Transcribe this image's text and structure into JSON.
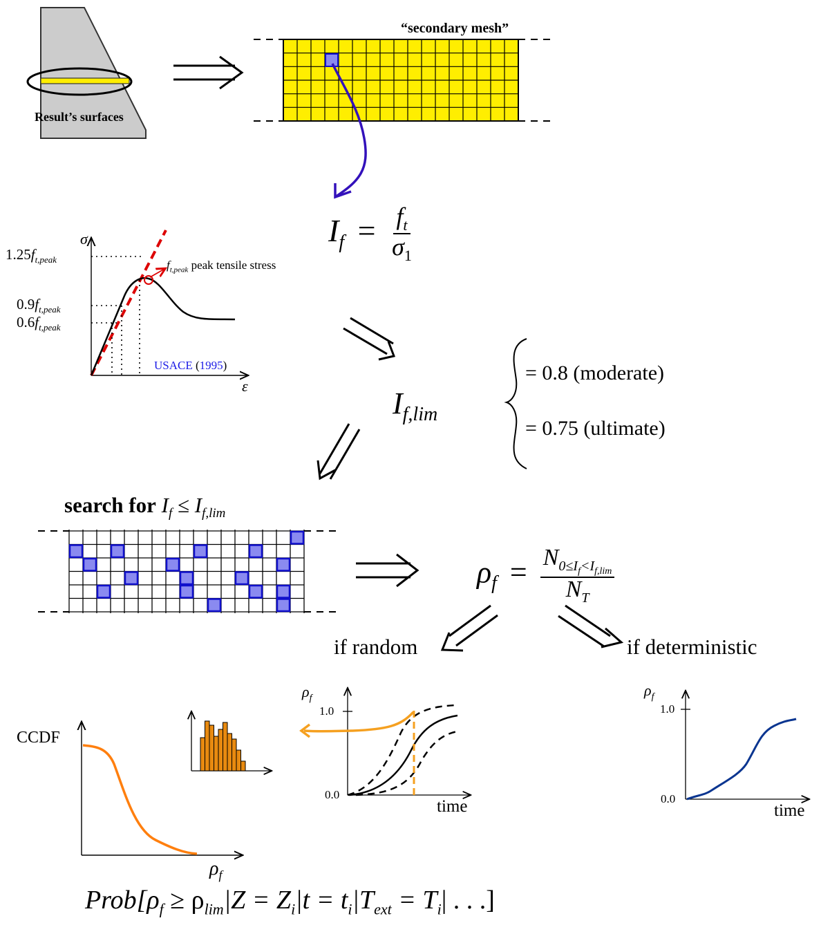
{
  "labels": {
    "result_surfaces": "Result’s surfaces",
    "secondary_mesh": "“secondary mesh”",
    "peak_note": "peak tensile stress",
    "peak_sym": "f",
    "peak_sub": "t,peak",
    "usace": "USACE",
    "usace_year": "1995",
    "moderate": "(moderate)",
    "ultimate": "(ultimate)",
    "search_bold": "search for",
    "if_random": "if random",
    "if_deterministic": "if deterministic",
    "ccdf": "CCDF",
    "time_a": "time",
    "time_b": "time"
  },
  "formulas": {
    "If_lhs": "I",
    "If_sub": "f",
    "ft": "f",
    "ft_sub": "t",
    "sigma1": "σ",
    "sigma1_sub": "1",
    "Iflim": "I",
    "Iflim_sub": "f,lim",
    "eq_08": "= 0.8",
    "eq_075": "= 0.75",
    "search_expr": "I",
    "search_sub1": "f",
    "search_le": "≤",
    "search_rhs": "I",
    "search_sub2": "f,lim",
    "rho": "ρ",
    "rho_sub": "f",
    "N0": "N",
    "N0_sub": "0≤I",
    "N0_subsub": "f",
    "N0_lt": "<I",
    "N0_sub3": "f,lim",
    "NT": "N",
    "NT_sub": "T",
    "prob": "Prob[ρ",
    "prob_rest1": "≥ ρ",
    "prob_rest2": "|Z = Z",
    "prob_rest3": "|t = t",
    "prob_rest4": "|T",
    "prob_rest5": "= T",
    "prob_rest6": "| . . .]",
    "prob_sub_f": "f",
    "prob_sub_lim": "lim",
    "prob_sub_i": "i",
    "prob_sub_ext": "ext"
  },
  "stress_strain": {
    "sigma": "σ",
    "epsilon": "ε",
    "tick_125": "1.25",
    "tick_09": "0.9",
    "tick_06": "0.6",
    "tick_sym": "f",
    "tick_sub": "t,peak"
  },
  "rho_axes": {
    "rho_label": "ρ",
    "rho_sub": "f",
    "tick_10": "1.0",
    "tick_00": "0.0"
  },
  "colors": {
    "mesh_fill": "#ffee00",
    "cell_highlight": "#8a8af0",
    "cell_border": "#1010cc",
    "arrow_purple": "#3311bb",
    "red": "#dd0000",
    "orange": "#f5a020",
    "hist": "#e88a10",
    "dark_blue": "#0a3590"
  }
}
